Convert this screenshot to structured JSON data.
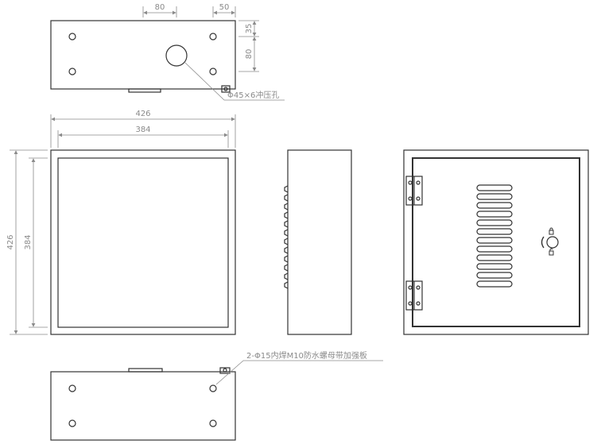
{
  "dimensions": {
    "top_hole_offset": "80",
    "top_edge_offset": "50",
    "side_offset_small": "35",
    "side_offset_large": "80",
    "outer_width": "426",
    "inner_width": "384",
    "outer_height": "426",
    "inner_height": "384"
  },
  "notes": {
    "punch_hole": "Φ45×6冲压孔",
    "waterproof_nut": "2-Φ15内焊M10防水螺母带加强板"
  },
  "colors": {
    "line": "#333333",
    "dim_line": "#8a8a8a"
  }
}
